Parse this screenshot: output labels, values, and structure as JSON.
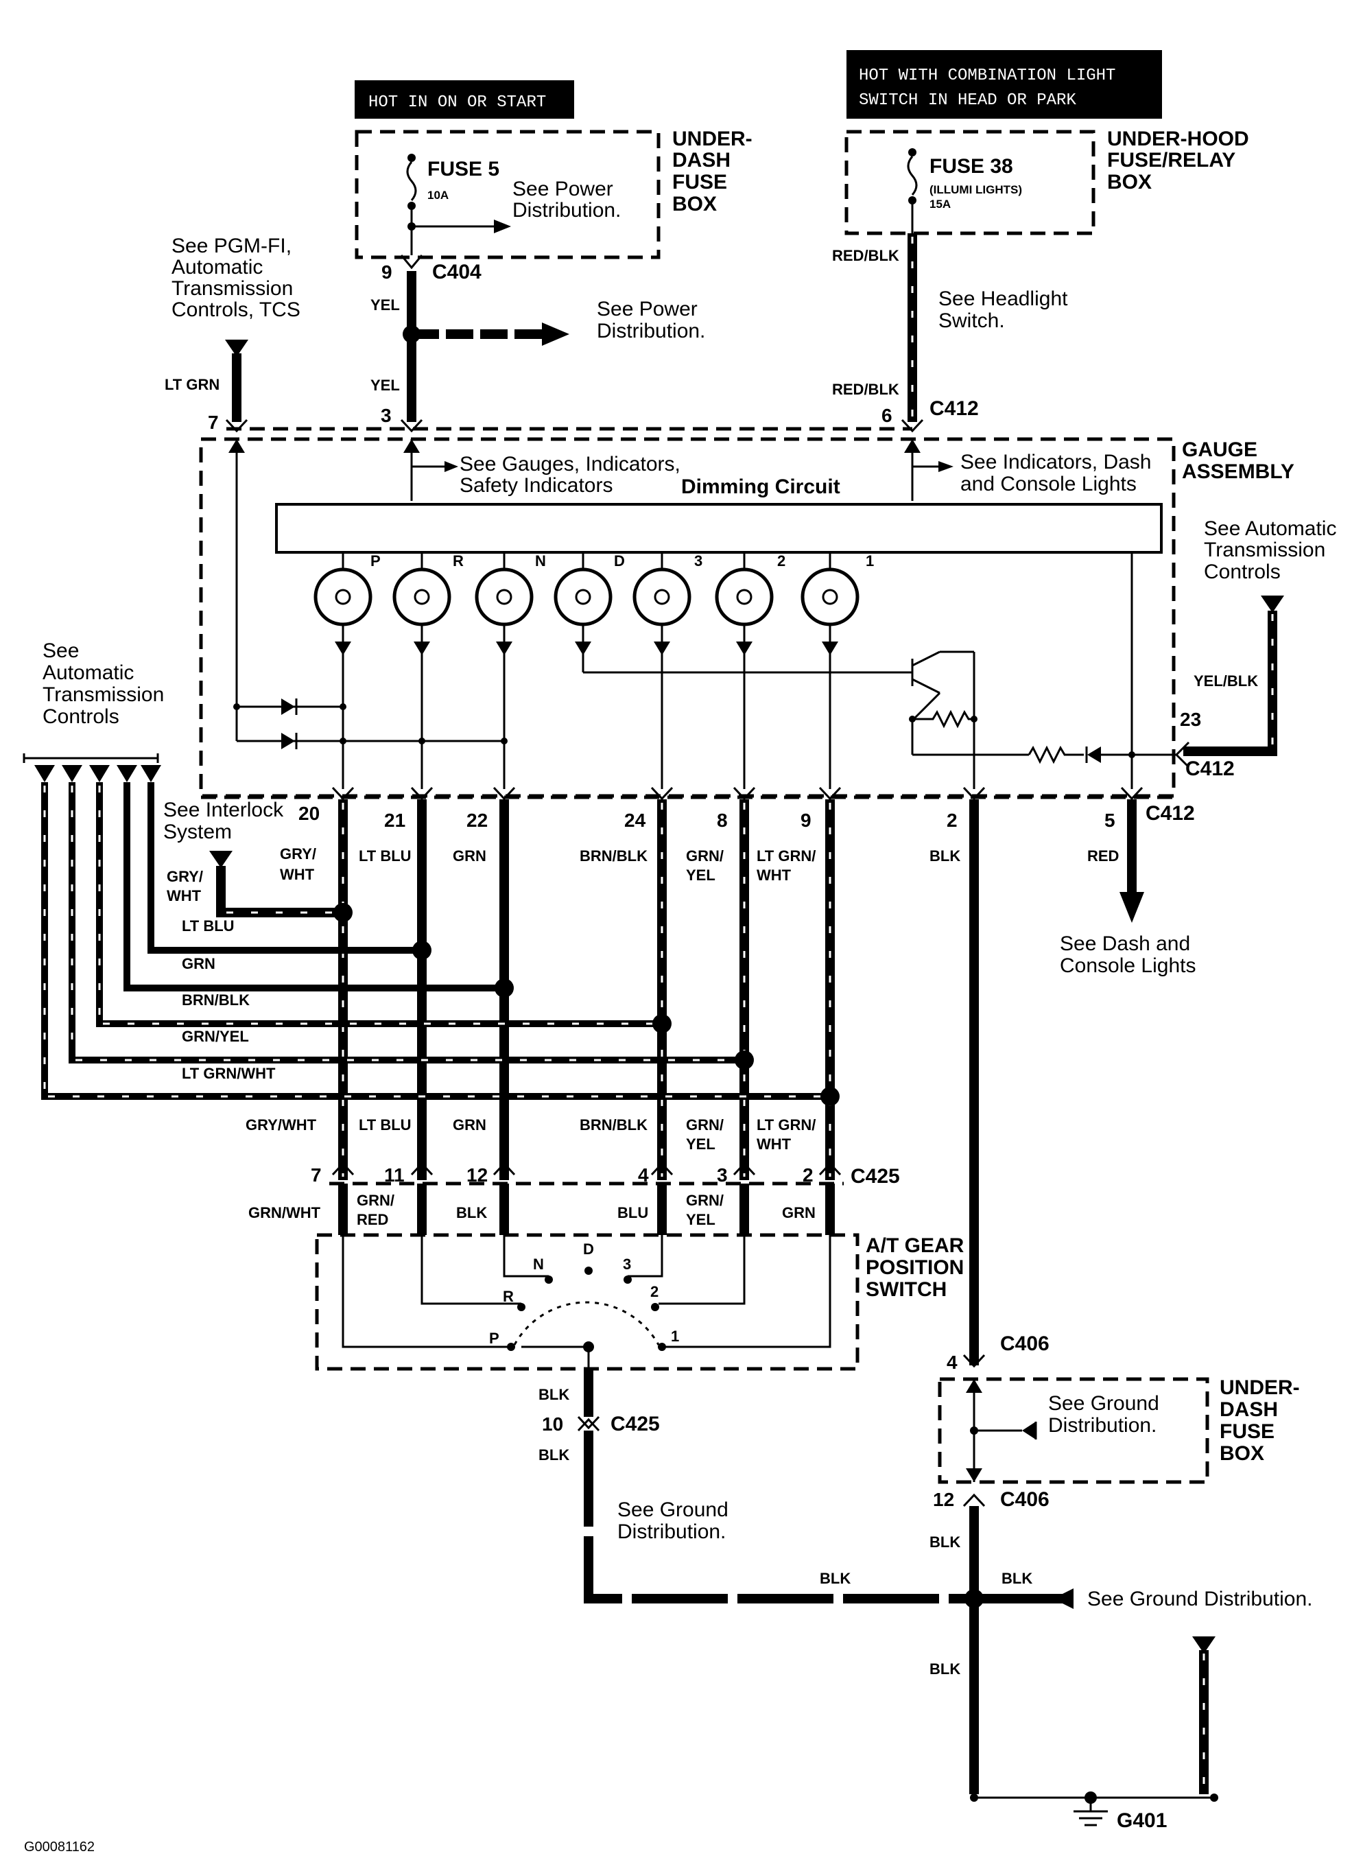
{
  "headers": {
    "hot_on_start": "HOT IN ON OR START",
    "hot_comb_1": "HOT WITH COMBINATION LIGHT",
    "hot_comb_2": "SWITCH IN HEAD OR PARK"
  },
  "boxes": {
    "underdash_1": "UNDER-",
    "underdash_2": "DASH",
    "underdash_3": "FUSE",
    "underdash_4": "BOX",
    "underhood_1": "UNDER-HOOD",
    "underhood_2": "FUSE/RELAY",
    "underhood_3": "BOX",
    "fuse5": "FUSE 5",
    "fuse5_amp": "10A",
    "fuse38": "FUSE 38",
    "fuse38_sub": "(ILLUMI LIGHTS)",
    "fuse38_amp": "15A",
    "gauge_1": "GAUGE",
    "gauge_2": "ASSEMBLY",
    "dimming": "Dimming Circuit",
    "at_gear_1": "A/T GEAR",
    "at_gear_2": "POSITION",
    "at_gear_3": "SWITCH",
    "ud_fuse2_1": "UNDER-",
    "ud_fuse2_2": "DASH",
    "ud_fuse2_3": "FUSE",
    "ud_fuse2_4": "BOX"
  },
  "notes": {
    "see_power_dist_1": "See Power",
    "see_power_dist_2": "Distribution.",
    "see_power_dist_b1": "See Power",
    "see_power_dist_b2": "Distribution.",
    "see_pgm_1": "See PGM-FI,",
    "see_pgm_2": "Automatic",
    "see_pgm_3": "Transmission",
    "see_pgm_4": "Controls, TCS",
    "see_headlight_1": "See Headlight",
    "see_headlight_2": "Switch.",
    "see_gauges_1": "See Gauges, Indicators,",
    "see_gauges_2": "Safety Indicators",
    "see_indicators_1": "See Indicators, Dash",
    "see_indicators_2": "and Console Lights",
    "see_atc_r1": "See Automatic",
    "see_atc_r2": "Transmission",
    "see_atc_r3": "Controls",
    "see_atc_l1": "See",
    "see_atc_l2": "Automatic",
    "see_atc_l3": "Transmission",
    "see_atc_l4": "Controls",
    "see_interlock_1": "See Interlock",
    "see_interlock_2": "System",
    "see_dash_1": "See Dash and",
    "see_dash_2": "Console Lights",
    "see_ground_1": "See Ground",
    "see_ground_2": "Distribution.",
    "see_ground_b1": "See Ground",
    "see_ground_b2": "Distribution.",
    "see_ground_line": "See Ground Distribution."
  },
  "connectors": {
    "c404": "C404",
    "c412_top": "C412",
    "c412_right": "C412",
    "c412_bottom": "C412",
    "c425_top": "C425",
    "c425_bottom": "C425",
    "c406_top": "C406",
    "c406_bottom": "C406",
    "g401": "G401"
  },
  "pins": {
    "p9": "9",
    "p3": "3",
    "p6": "6",
    "p7": "7",
    "p23": "23",
    "p20": "20",
    "p21": "21",
    "p22": "22",
    "p24": "24",
    "p8": "8",
    "p9b": "9",
    "p2": "2",
    "p5": "5",
    "q7": "7",
    "q11": "11",
    "q12": "12",
    "q4": "4",
    "q3": "3",
    "q2": "2",
    "r10": "10",
    "r4": "4",
    "r12": "12"
  },
  "wires": {
    "yel_1": "YEL",
    "yel_2": "YEL",
    "red_blk_1": "RED/BLK",
    "red_blk_2": "RED/BLK",
    "lt_grn": "LT GRN",
    "yel_blk": "YEL/BLK",
    "gry_wht_a1": "GRY/",
    "gry_wht_a2": "WHT",
    "gry_wht_b1": "GRY/",
    "gry_wht_b2": "WHT",
    "lt_blu_top": "LT BLU",
    "grn_top": "GRN",
    "brn_blk_top": "BRN/BLK",
    "grn_yel_top1": "GRN/",
    "grn_yel_top2": "YEL",
    "lt_grn_wht_top1": "LT GRN/",
    "lt_grn_wht_top2": "WHT",
    "blk_top": "BLK",
    "red_top": "RED",
    "h_lt_blu": "LT BLU",
    "h_grn": "GRN",
    "h_brn_blk": "BRN/BLK",
    "h_grn_yel": "GRN/YEL",
    "h_lt_grn_wht": "LT GRN/WHT",
    "gry_wht_bot": "GRY/WHT",
    "lt_blu_bot": "LT BLU",
    "grn_bot": "GRN",
    "brn_blk_bot": "BRN/BLK",
    "grn_yel_bot1": "GRN/",
    "grn_yel_bot2": "YEL",
    "lt_grn_wht_bot1": "LT GRN/",
    "lt_grn_wht_bot2": "WHT",
    "grn_wht": "GRN/WHT",
    "grn_red1": "GRN/",
    "grn_red2": "RED",
    "blk_sw": "BLK",
    "blu_sw": "BLU",
    "grn_yel_sw1": "GRN/",
    "grn_yel_sw2": "YEL",
    "grn_sw": "GRN",
    "blk_a": "BLK",
    "blk_b": "BLK",
    "blk_c": "BLK",
    "blk_d": "BLK",
    "blk_e": "BLK",
    "blk_f": "BLK",
    "blk_g": "BLK"
  },
  "gears": {
    "P": "P",
    "R": "R",
    "N": "N",
    "D": "D",
    "g3": "3",
    "g2": "2",
    "g1": "1"
  },
  "switch_positions": {
    "P": "P",
    "R": "R",
    "N": "N",
    "D": "D",
    "s3": "3",
    "s2": "2",
    "s1": "1"
  },
  "figure_id": "G00081162"
}
